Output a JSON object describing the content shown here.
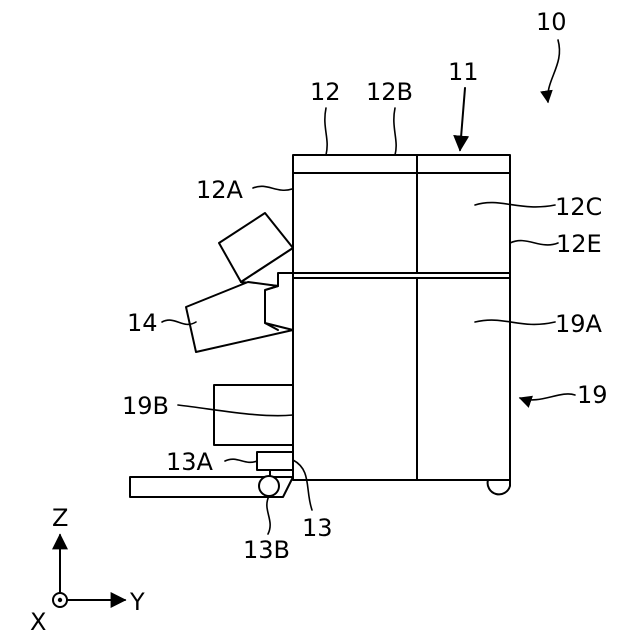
{
  "labels": {
    "device": "10",
    "unit": "11",
    "housing": "12",
    "front_panel": "12A",
    "top_part": "12B",
    "upper_door": "12C",
    "side": "12E",
    "transport_unit": "13",
    "bracket": "13A",
    "caster": "13B",
    "output_tray": "14",
    "lower_cabinet": "19",
    "lower_door": "19A",
    "side_cover": "19B"
  },
  "axes": {
    "z": "Z",
    "y": "Y",
    "x": "X"
  }
}
